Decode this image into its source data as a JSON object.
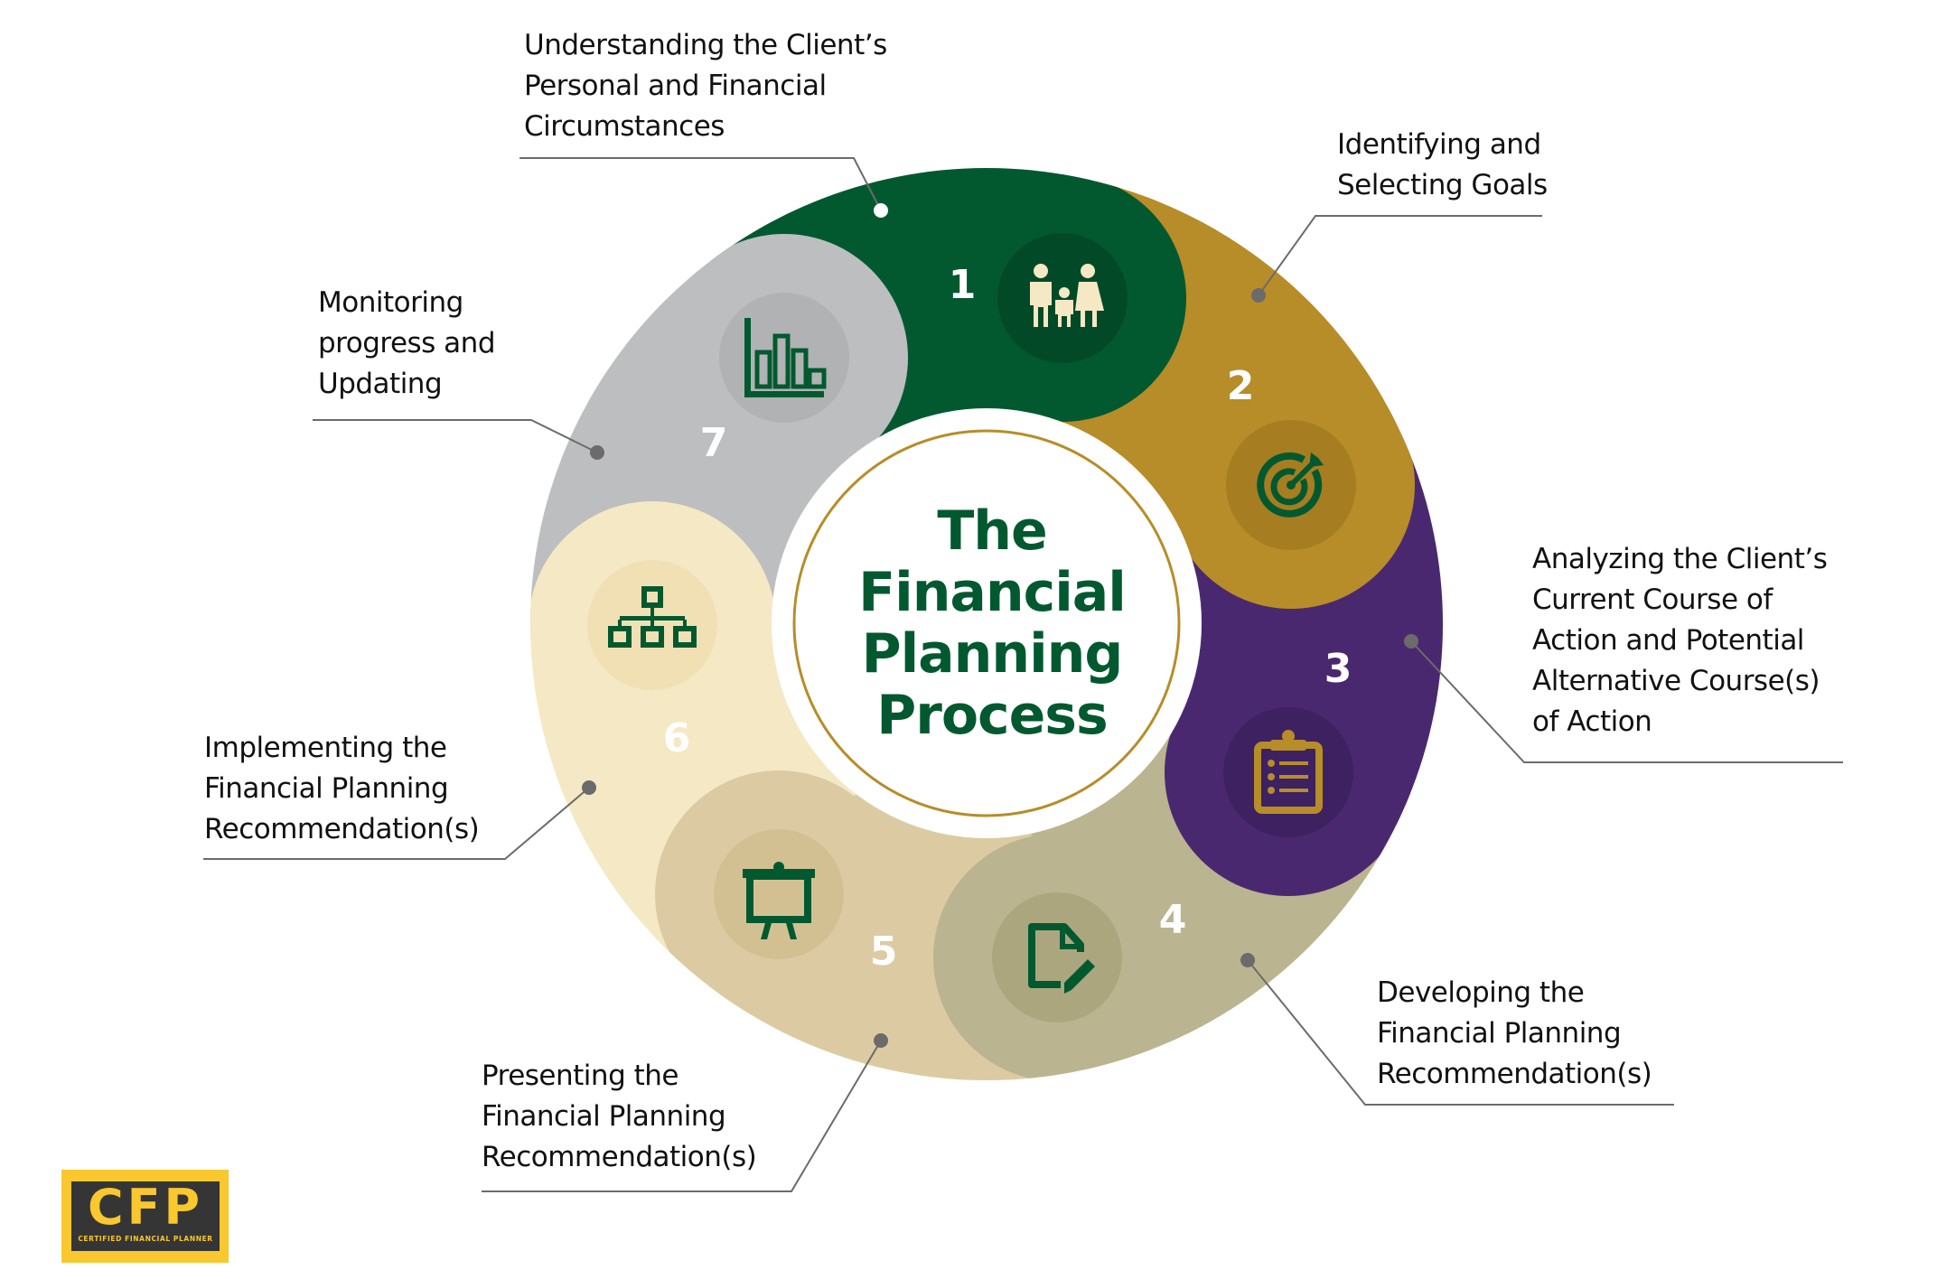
{
  "title": {
    "lines": [
      "The",
      "Financial",
      "Planning",
      "Process"
    ]
  },
  "colors": {
    "brand_green": "#03592f",
    "ring_accent": "#b78d29",
    "leader_line": "#6b6b6b"
  },
  "steps": [
    {
      "number": "1",
      "label_lines": [
        "Understanding the Client’s",
        "Personal and Financial",
        "Circumstances"
      ],
      "icon": "family-icon",
      "color": "#03592f",
      "icon_bg": "#024a27",
      "icon_color": "#f5e8c5"
    },
    {
      "number": "2",
      "label_lines": [
        "Identifying and",
        "Selecting Goals"
      ],
      "icon": "target-icon",
      "color": "#b78d29",
      "icon_bg": "#a67d20",
      "icon_color": "#03592f"
    },
    {
      "number": "3",
      "label_lines": [
        "Analyzing the Client’s",
        "Current Course of",
        "Action and Potential",
        "Alternative Course(s)",
        "of Action"
      ],
      "icon": "clipboard-list-icon",
      "color": "#4a2870",
      "icon_bg": "#3e2161",
      "icon_color": "#b78d29"
    },
    {
      "number": "4",
      "label_lines": [
        "Developing the",
        "Financial Planning",
        "Recommendation(s)"
      ],
      "icon": "document-edit-icon",
      "color": "#bab490",
      "icon_bg": "#aca67e",
      "icon_color": "#03592f"
    },
    {
      "number": "5",
      "label_lines": [
        "Presenting the",
        "Financial Planning",
        "Recommendation(s)"
      ],
      "icon": "presentation-board-icon",
      "color": "#dccba2",
      "icon_bg": "#d3c092",
      "icon_color": "#03592f"
    },
    {
      "number": "6",
      "label_lines": [
        "Implementing the",
        "Financial Planning",
        "Recommendation(s)"
      ],
      "icon": "org-chart-icon",
      "color": "#f5e8c5",
      "icon_bg": "#f1e0b3",
      "icon_color": "#03592f"
    },
    {
      "number": "7",
      "label_lines": [
        "Monitoring",
        "progress and",
        "Updating"
      ],
      "icon": "bar-chart-icon",
      "color": "#bdbec0",
      "icon_bg": "#b1b2b4",
      "icon_color": "#03592f"
    }
  ],
  "logo": {
    "mark": "CFP",
    "subtitle": "CERTIFIED FINANCIAL PLANNER",
    "background": "#f9c72e",
    "panel": "#353535"
  }
}
